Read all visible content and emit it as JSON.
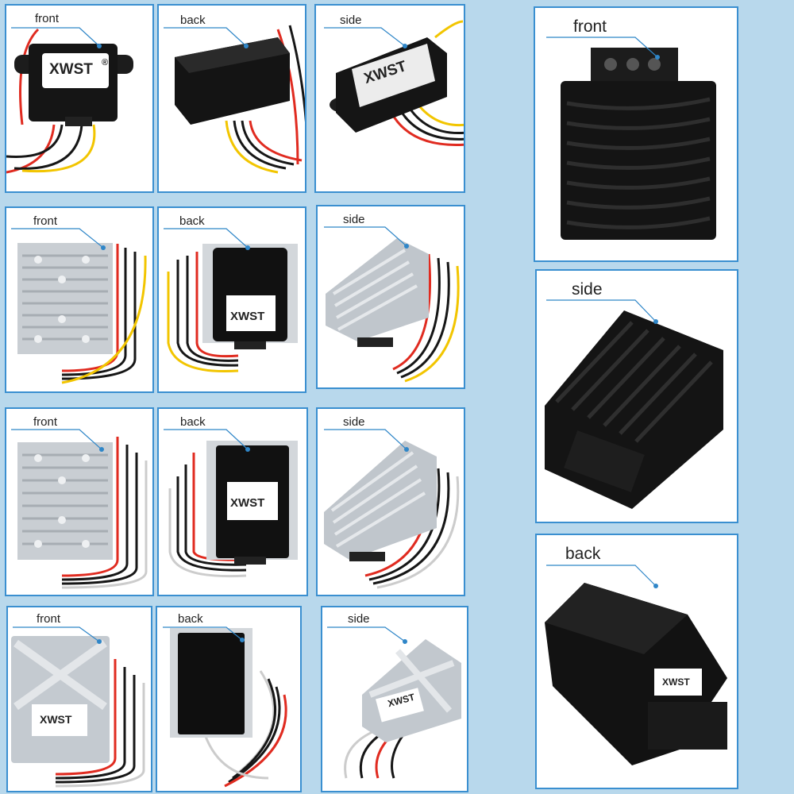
{
  "colors": {
    "background": "#b8d8ec",
    "panel_border": "#3a8fd0",
    "leader_line": "#2f86c8",
    "wire_red": "#e02b20",
    "wire_yellow": "#f2c500",
    "wire_black": "#161616",
    "wire_white": "#eeeeee",
    "housing_black": "#151515",
    "housing_silver": "#c9ced3"
  },
  "brand": {
    "logo_text": "XWST",
    "registered_mark": "®"
  },
  "panels": [
    {
      "id": "r1c1",
      "label": "front",
      "housing": "black-small",
      "wires": "red-yellow"
    },
    {
      "id": "r1c2",
      "label": "back",
      "housing": "black-small",
      "wires": "red-yellow"
    },
    {
      "id": "r1c3",
      "label": "side",
      "housing": "black-small",
      "wires": "red-yellow"
    },
    {
      "id": "r2c1",
      "label": "front",
      "housing": "silver-finned",
      "wires": "red-yellow"
    },
    {
      "id": "r2c2",
      "label": "back",
      "housing": "silver-finned",
      "wires": "red-yellow"
    },
    {
      "id": "r2c3",
      "label": "side",
      "housing": "silver-finned",
      "wires": "red-yellow"
    },
    {
      "id": "r3c1",
      "label": "front",
      "housing": "silver-finned",
      "wires": "red-white"
    },
    {
      "id": "r3c2",
      "label": "back",
      "housing": "silver-finned",
      "wires": "red-white"
    },
    {
      "id": "r3c3",
      "label": "side",
      "housing": "silver-finned",
      "wires": "red-white"
    },
    {
      "id": "r4c1",
      "label": "front",
      "housing": "silver-x",
      "wires": "red-white"
    },
    {
      "id": "r4c2",
      "label": "back",
      "housing": "silver-x",
      "wires": "red-white"
    },
    {
      "id": "r4c3",
      "label": "side",
      "housing": "silver-x",
      "wires": "red-white"
    },
    {
      "id": "big1",
      "label": "front",
      "housing": "black-large-finned",
      "wires": "terminal-block"
    },
    {
      "id": "big2",
      "label": "side",
      "housing": "black-large-finned",
      "wires": "terminal-block"
    },
    {
      "id": "big3",
      "label": "back",
      "housing": "black-large-finned",
      "wires": "terminal-block"
    }
  ]
}
